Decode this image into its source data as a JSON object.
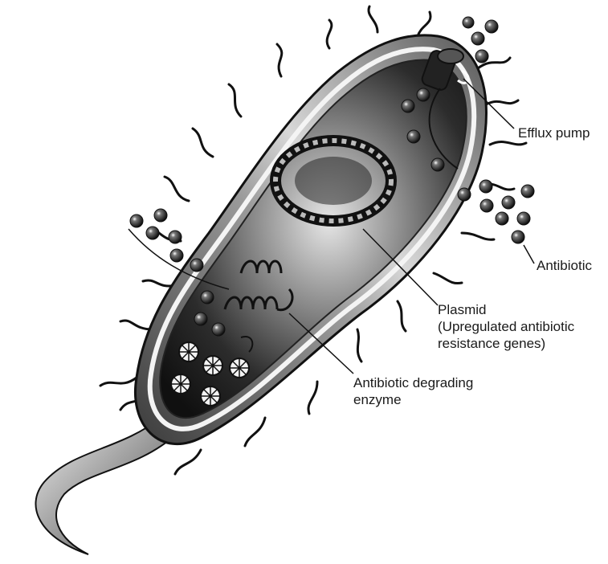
{
  "labels": {
    "efflux_pump": "Efflux pump",
    "antibiotic": "Antibiotic",
    "plasmid_line1": "Plasmid",
    "plasmid_line2": "(Upregulated antibiotic",
    "plasmid_line3": "resistance genes)",
    "enzyme_line1": "Antibiotic degrading",
    "enzyme_line2": "enzyme"
  },
  "colors": {
    "ink": "#111111",
    "membrane_light": "#e8e8e8",
    "cytoplasm_dark": "#1c1c1c",
    "cytoplasm_light": "#cfcfcf",
    "antibiotic_molecule": "#1a1a1a"
  },
  "icons": [
    "bacterium-illustration",
    "efflux-pump-icon",
    "plasmid-icon",
    "enzyme-icon",
    "antibiotic-molecule-icon",
    "flagellum-icon",
    "pilus-icon"
  ]
}
